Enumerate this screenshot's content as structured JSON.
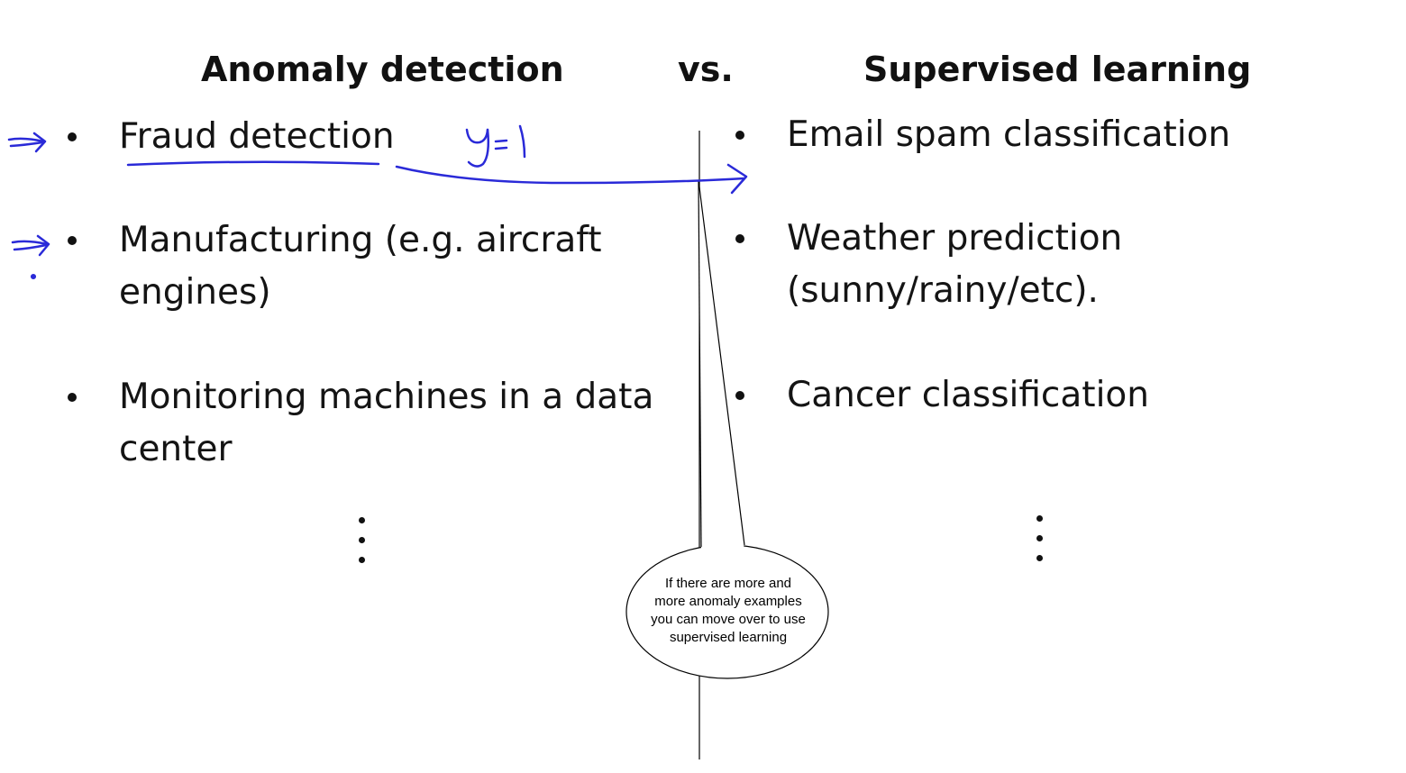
{
  "slide": {
    "left_title": "Anomaly detection",
    "vs_label": "vs.",
    "right_title": "Supervised learning",
    "left_items": [
      {
        "lines": [
          "Fraud detection"
        ]
      },
      {
        "lines": [
          "Manufacturing (e.g. aircraft",
          "engines)"
        ]
      },
      {
        "lines": [
          "Monitoring machines in a data",
          "center"
        ]
      }
    ],
    "right_items": [
      {
        "lines": [
          "Email spam classification"
        ]
      },
      {
        "lines": [
          "Weather prediction",
          "(sunny/rainy/etc)."
        ]
      },
      {
        "lines": [
          "Cancer classification"
        ]
      }
    ]
  },
  "annotations": {
    "handwritten_label": "y=1",
    "ink_color": "#2a2ad8"
  },
  "callout": {
    "text": "If there are more and\nmore anomaly examples\nyou can move over to use\nsupervised learning"
  }
}
